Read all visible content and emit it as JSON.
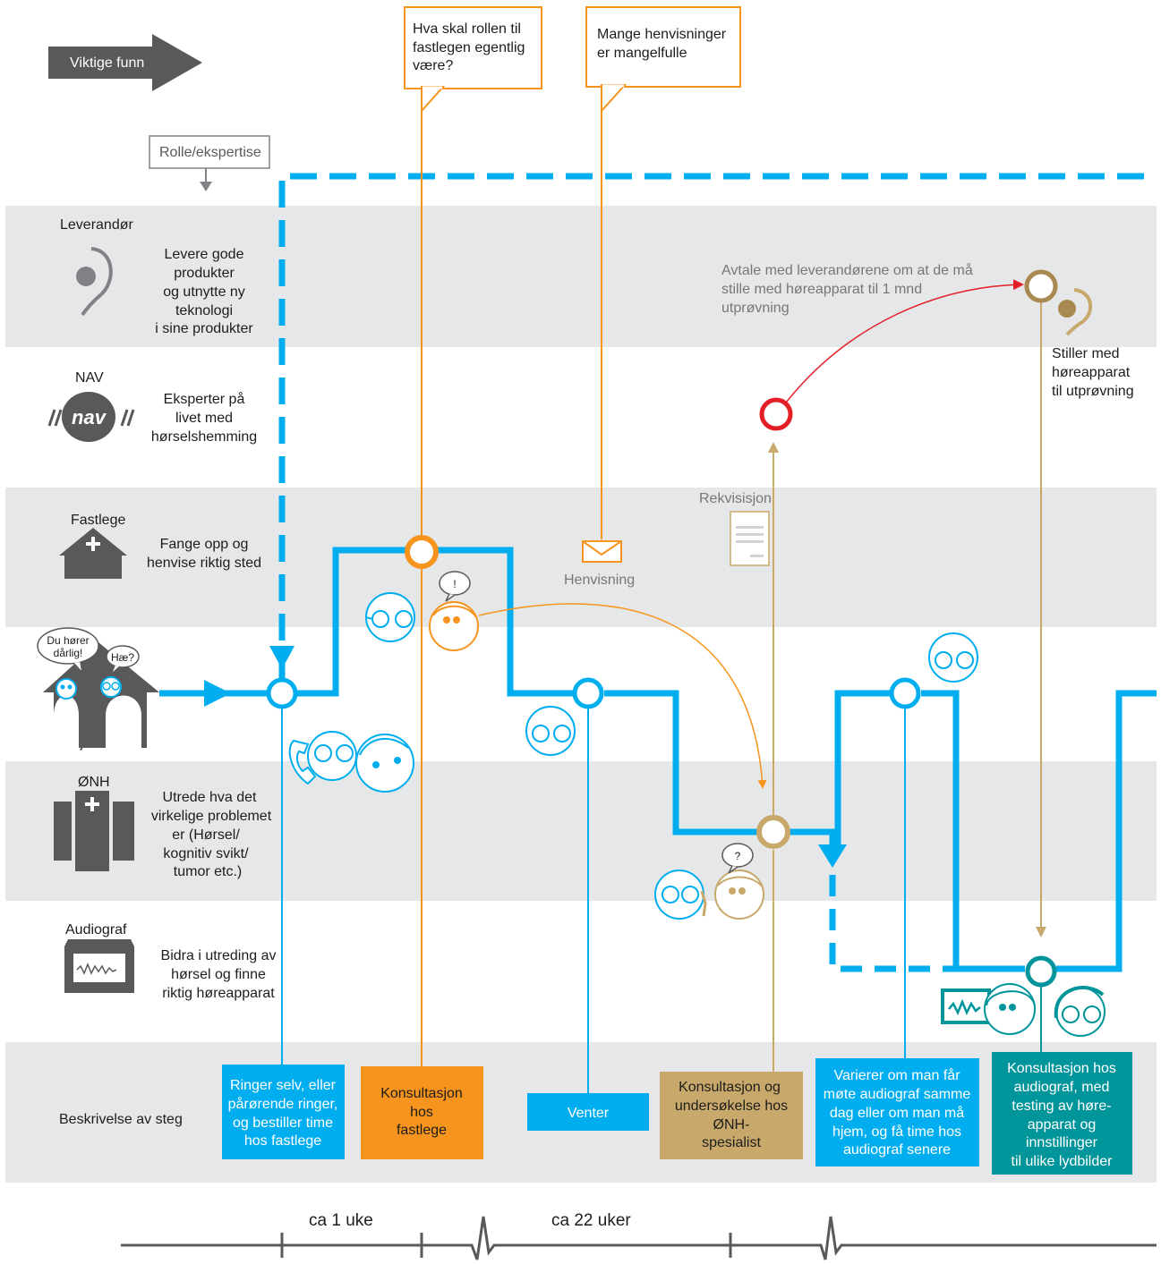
{
  "key_findings_label": "Viktige funn",
  "role_box_label": "Rolle/ekspertise",
  "colors": {
    "blue": "#00aeef",
    "orange": "#f7941d",
    "gold": "#c8a96b",
    "teal": "#00949b",
    "red": "#e41e26",
    "grey_lane": "#e6e7e8",
    "dark_grey": "#58595b"
  },
  "lanes": [
    {
      "actor": "Leverandør",
      "icon": "hearing-aid-icon",
      "role": [
        "Levere gode",
        "produkter",
        "og utnytte ny",
        "teknologi",
        "i sine produkter"
      ]
    },
    {
      "actor": "NAV",
      "icon": "nav-logo-icon",
      "role": [
        "Eksperter på",
        "livet med",
        "hørselshemming"
      ]
    },
    {
      "actor": "Fastlege",
      "icon": "clinic-house-icon",
      "role": [
        "Fange opp og",
        "henvise riktig sted"
      ]
    },
    {
      "actor": "Hjemme",
      "icon": "home-icon",
      "role": []
    },
    {
      "actor": "ØNH",
      "icon": "hospital-icon",
      "role": [
        "Utrede hva det",
        "virkelige problemet",
        "er (Hørsel/",
        "kognitiv svikt/",
        "tumor etc.)"
      ]
    },
    {
      "actor": "Audiograf",
      "icon": "audiogram-icon",
      "role": [
        "Bidra i utreding av",
        "hørsel og finne",
        "riktig høreapparat"
      ]
    }
  ],
  "home_bubbles": {
    "left": [
      "Du hører",
      "dårlig!"
    ],
    "right": "Hæ?"
  },
  "callouts": [
    {
      "lines": [
        "Hva skal rollen til",
        "fastlegen egentlig",
        "være?"
      ]
    },
    {
      "lines": [
        "Mange henvisninger",
        "er mangelfulle"
      ]
    }
  ],
  "annotations": {
    "supplier_agreement": [
      "Avtale med leverandørene om at de må",
      "stille med høreapparat til 1 mnd",
      "utprøvning"
    ],
    "supplier_provides": [
      "Stiller med",
      "høreapparat",
      "til utprøvning"
    ],
    "requisition": "Rekvisisjon",
    "referral": "Henvisning",
    "exclaim": "!",
    "question": "?"
  },
  "steps_row_label": "Beskrivelse av steg",
  "steps": [
    {
      "lines": [
        "Ringer selv, eller",
        "pårørende ringer,",
        "og bestiller time",
        "hos fastlege"
      ],
      "color": "#00aeef"
    },
    {
      "lines": [
        "Konsultasjon",
        "hos",
        "fastlege"
      ],
      "color": "#f7941d"
    },
    {
      "lines": [
        "Venter"
      ],
      "color": "#00aeef"
    },
    {
      "lines": [
        "Konsultasjon og",
        "undersøkelse hos",
        "ØNH-",
        "spesialist"
      ],
      "color": "#c8a96b"
    },
    {
      "lines": [
        "Varierer om man får",
        "møte audiograf samme",
        "dag eller om man må",
        "hjem, og få time hos",
        "audiograf senere"
      ],
      "color": "#00aeef"
    },
    {
      "lines": [
        "Konsultasjon hos",
        "audiograf, med",
        "testing av høre-",
        "apparat og",
        "innstillinger",
        "til ulike lydbilder"
      ],
      "color": "#00949b"
    }
  ],
  "timeline": [
    {
      "label": "ca 1 uke"
    },
    {
      "label": "ca  22 uker"
    }
  ]
}
